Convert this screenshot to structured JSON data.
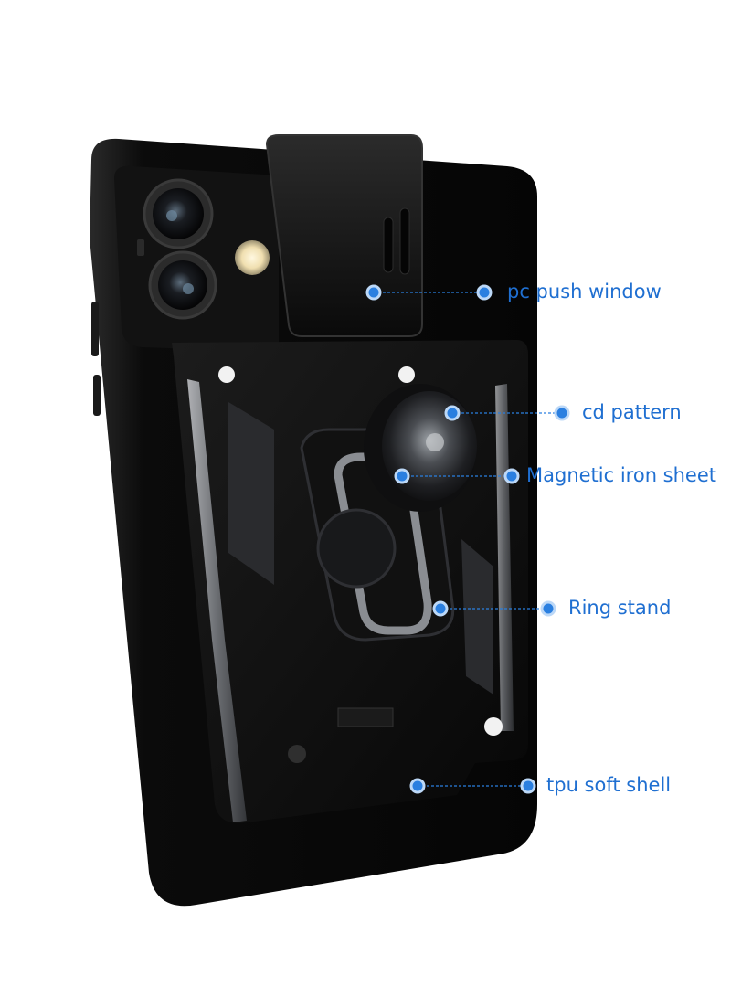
{
  "image": {
    "subject": "phone-case-with-camera-slider-and-ring-stand",
    "accent_color": "#2a7fe0",
    "label_color": "#1f6fd1",
    "case_color": "#0d0d0d",
    "metal_color": "#8a8d92"
  },
  "callouts": [
    {
      "id": "pc-push-window",
      "label": "pc push window"
    },
    {
      "id": "cd-pattern",
      "label": "cd pattern"
    },
    {
      "id": "magnetic-iron-sheet",
      "label": "Magnetic iron sheet"
    },
    {
      "id": "ring-stand",
      "label": "Ring stand"
    },
    {
      "id": "tpu-soft-shell",
      "label": "tpu soft shell"
    }
  ]
}
